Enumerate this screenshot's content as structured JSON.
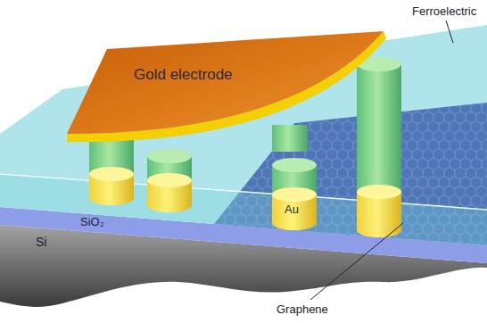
{
  "diagram": {
    "labels": [
      "Gold electrode",
      "Ferroelectric",
      "SiO₂",
      "Au",
      "Si",
      "Graphene"
    ]
  }
}
